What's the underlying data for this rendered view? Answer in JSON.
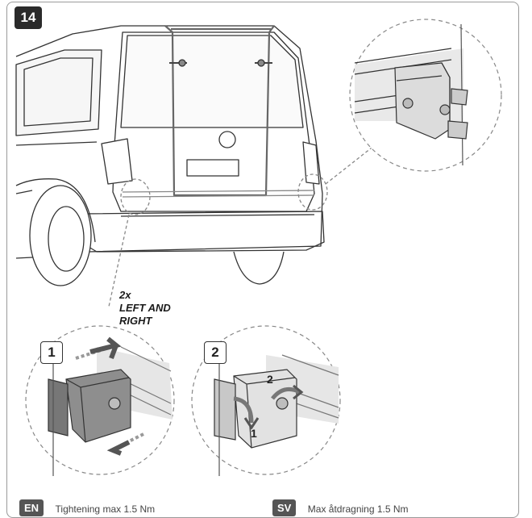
{
  "step": "14",
  "note": {
    "qty": "2x",
    "line1": "LEFT AND",
    "line2": "RIGHT"
  },
  "details": [
    {
      "number": "1"
    },
    {
      "number": "2",
      "arrow_labels": [
        "2",
        "1"
      ]
    }
  ],
  "languages": [
    {
      "code": "EN",
      "text": "Tightening max 1.5 Nm"
    },
    {
      "code": "SV",
      "text": "Max åtdragning 1.5 Nm"
    }
  ]
}
